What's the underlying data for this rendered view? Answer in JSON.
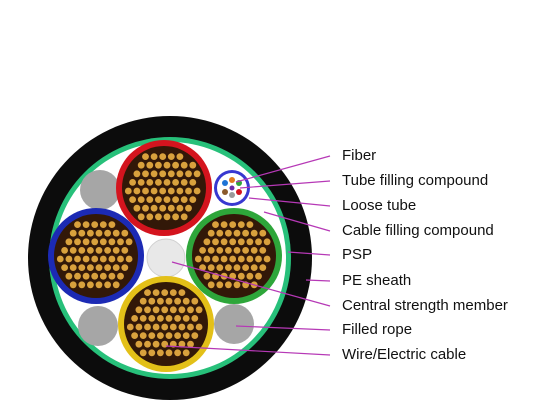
{
  "labels": [
    "Fiber",
    "Tube filling compound",
    "Loose tube",
    "Cable filling compound",
    "PSP",
    "PE sheath",
    "Central strength member",
    "Filled rope",
    "Wire/Electric cable"
  ],
  "colors": {
    "outer_sheath": "#0c0c0c",
    "filling_compound": "#ffffff",
    "psp": "#27c07a",
    "filled_rope": "#a6a6a6",
    "central_member": "#e8e8e8",
    "cable_red": "#d4141e",
    "cable_blue": "#1c2ab4",
    "cable_green": "#2ea63a",
    "cable_yellow": "#e3c018",
    "wire_core": "#d9a13d",
    "wire_inner": "#321808",
    "leader_line": "#b638b6",
    "loose_tube": "#3838d0"
  }
}
